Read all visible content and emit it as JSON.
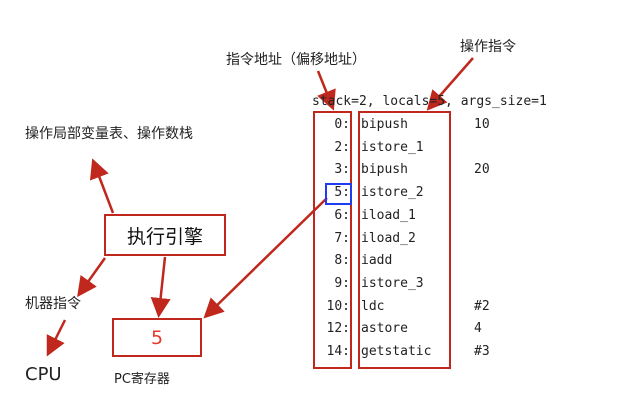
{
  "labels": {
    "instruction_address": "指令地址（偏移地址）",
    "operation_instruction": "操作指令",
    "operate_locals_stack": "操作局部变量表、操作数栈",
    "execution_engine": "执行引擎",
    "machine_instruction": "机器指令",
    "cpu": "CPU",
    "pc_value": "5",
    "pc_register": "PC寄存器"
  },
  "header": "stack=2, locals=5, args_size=1",
  "bytecode": [
    {
      "offset": "0:",
      "op": "bipush",
      "arg": "10"
    },
    {
      "offset": "2:",
      "op": "istore_1",
      "arg": ""
    },
    {
      "offset": "3:",
      "op": "bipush",
      "arg": "20"
    },
    {
      "offset": "5:",
      "op": "istore_2",
      "arg": ""
    },
    {
      "offset": "6:",
      "op": "iload_1",
      "arg": ""
    },
    {
      "offset": "7:",
      "op": "iload_2",
      "arg": ""
    },
    {
      "offset": "8:",
      "op": "iadd",
      "arg": ""
    },
    {
      "offset": "9:",
      "op": "istore_3",
      "arg": ""
    },
    {
      "offset": "10:",
      "op": "ldc",
      "arg": "#2"
    },
    {
      "offset": "12:",
      "op": "astore",
      "arg": "4"
    },
    {
      "offset": "14:",
      "op": "getstatic",
      "arg": "#3"
    }
  ],
  "colors": {
    "arrow": "#c0281e",
    "highlight": "#1f3cf0",
    "pc_text": "#e8382c"
  }
}
